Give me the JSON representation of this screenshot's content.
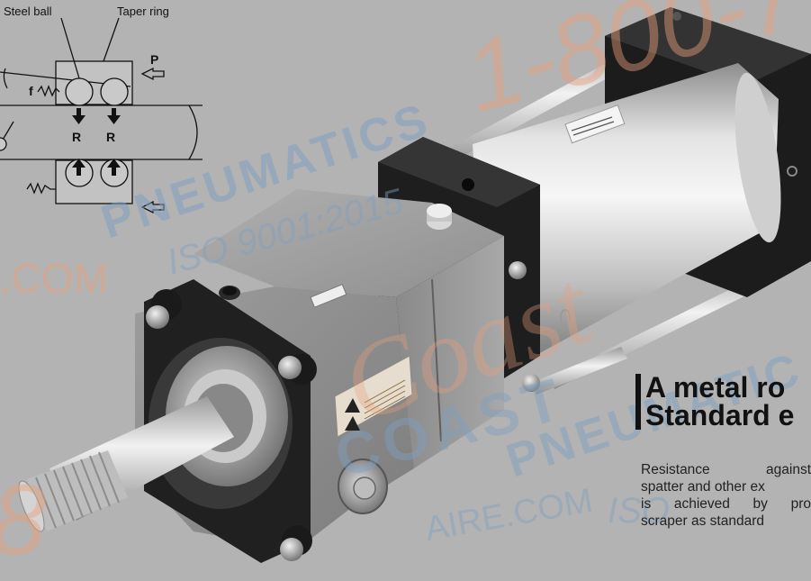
{
  "diagram": {
    "label_steel_ball": "Steel ball",
    "label_taper_ring": "Taper ring",
    "label_p": "P",
    "label_f": "f",
    "label_r_left": "R",
    "label_r_right": "R"
  },
  "headline": {
    "line1": "A metal ro",
    "line2": "Standard e"
  },
  "body_text": {
    "line1": "Resistance against",
    "line2": "spatter and other ex",
    "line3": "is achieved by pro",
    "line4": "scraper as standard"
  },
  "watermark": {
    "phone": "1-800-7",
    "brand_word": "PNEUMATICS",
    "brand_word_2": "PNEUMATIC",
    "iso_1": "ISO 9001:2015",
    "iso_2": "ISO",
    "domain_1": ".COM",
    "domain_2": "AIRE.COM",
    "coast": "COAST",
    "coast_script": "Coast",
    "number": "8"
  },
  "colors": {
    "background": "#b3b3b3",
    "watermark_orange": "#e8a07a",
    "watermark_blue": "#7e9fbf",
    "text": "#111111"
  }
}
